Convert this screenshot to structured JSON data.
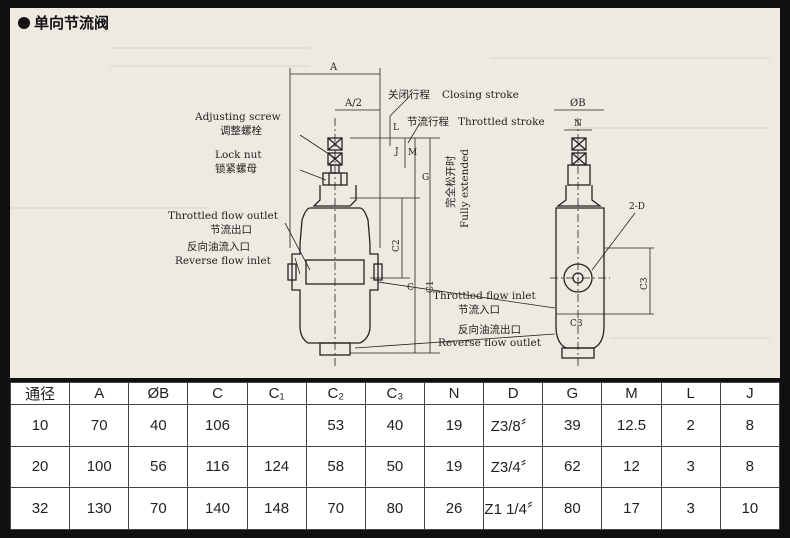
{
  "heading": "单向节流阀",
  "labels": {
    "adjusting_en": "Adjusting screw",
    "adjusting_cn": "调整螺栓",
    "locknut_en": "Lock nut",
    "locknut_cn": "锁紧螺母",
    "throttled_out_en": "Throttled flow outlet",
    "throttled_out_cn": "节流出口",
    "reverse_in_cn": "反向油流入口",
    "reverse_in_en": "Reverse flow inlet",
    "closing_cn": "关闭行程",
    "closing_en": "Closing stroke",
    "throttled_stroke_cn": "节流行程",
    "throttled_stroke_en": "Throttled stroke",
    "fully_cn": "完全松开时",
    "fully_en": "Fully extended",
    "throttled_in_en": "Throttled flow inlet",
    "throttled_in_cn": "节流入口",
    "reverse_out_cn": "反向油流出口",
    "reverse_out_en": "Reverse flow outlet",
    "dim_a": "A",
    "dim_a2": "A/2",
    "dim_l": "L",
    "dim_j": "J",
    "dim_m": "M",
    "dim_g": "G",
    "dim_c": "C",
    "dim_c1": "C1",
    "dim_c2": "C2",
    "dim_b": "ØB",
    "dim_n": "N",
    "dim_2d": "2-D",
    "dim_c3": "C3"
  },
  "table": {
    "headers": [
      "通径",
      "A",
      "ØB",
      "C",
      "C₁",
      "C₂",
      "C₃",
      "N",
      "D",
      "G",
      "M",
      "L",
      "J"
    ],
    "rows": [
      [
        "10",
        "70",
        "40",
        "106",
        "",
        "53",
        "40",
        "19",
        "Z3/8〞",
        "39",
        "12.5",
        "2",
        "8"
      ],
      [
        "20",
        "100",
        "56",
        "116",
        "124",
        "58",
        "50",
        "19",
        "Z3/4〞",
        "62",
        "12",
        "3",
        "8"
      ],
      [
        "32",
        "130",
        "70",
        "140",
        "148",
        "70",
        "80",
        "26",
        "Z1 1/4〞",
        "80",
        "17",
        "3",
        "10"
      ]
    ]
  }
}
